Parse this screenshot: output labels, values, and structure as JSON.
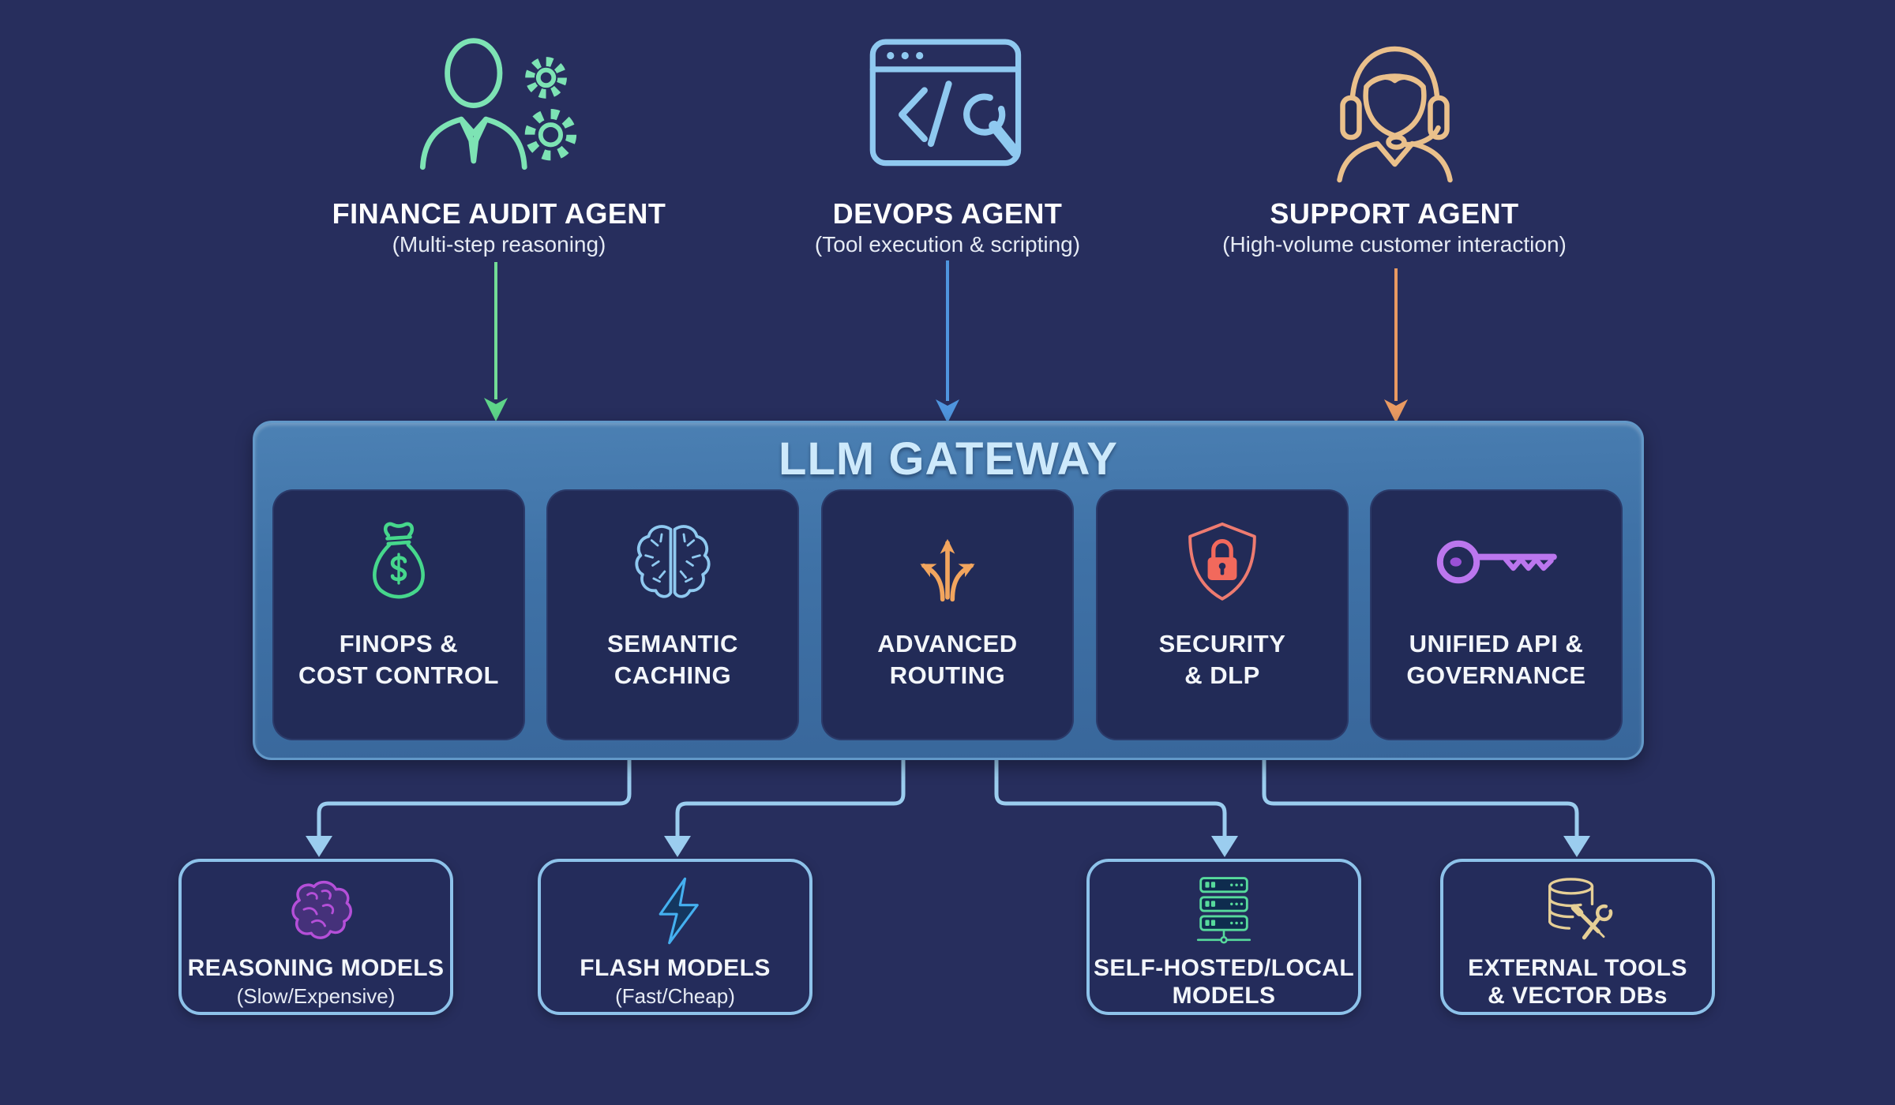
{
  "page": {
    "background": "#272e5d",
    "connector_color": "#9bcdef",
    "box_border_color": "#8dc2ea"
  },
  "agents": [
    {
      "title": "FINANCE AUDIT AGENT",
      "subtitle": "(Multi-step reasoning)",
      "icon": "person-gears-icon",
      "accent": "#7de3b4",
      "arrow_color": "#72dd96"
    },
    {
      "title": "DEVOPS AGENT",
      "subtitle": "(Tool execution & scripting)",
      "icon": "code-window-wrench-icon",
      "accent": "#8fc9f0",
      "arrow_color": "#4f95de"
    },
    {
      "title": "SUPPORT AGENT",
      "subtitle": "(High-volume customer interaction)",
      "icon": "headset-person-icon",
      "accent": "#eac08b",
      "arrow_color": "#e99a62"
    }
  ],
  "gateway": {
    "title": "LLM GATEWAY",
    "fill": "#3f72a7",
    "cards": [
      {
        "line1": "FINOPS &",
        "line2": "COST CONTROL",
        "icon": "money-bag-icon",
        "accent": "#46d78c"
      },
      {
        "line1": "SEMANTIC",
        "line2": "CACHING",
        "icon": "brain-icon",
        "accent": "#8fc9f0"
      },
      {
        "line1": "ADVANCED",
        "line2": "ROUTING",
        "icon": "branching-arrows-icon",
        "accent": "#f2a55e"
      },
      {
        "line1": "SECURITY",
        "line2": "& DLP",
        "icon": "shield-lock-icon",
        "accent": "#ee7b70"
      },
      {
        "line1": "UNIFIED API &",
        "line2": "GOVERNANCE",
        "icon": "key-icon",
        "accent": "#bb76ee"
      }
    ]
  },
  "targets": [
    {
      "line1": "REASONING MODELS",
      "line2": "",
      "subtitle": "(Slow/Expensive)",
      "icon": "brain-side-icon",
      "accent": "#b44fd8"
    },
    {
      "line1": "FLASH MODELS",
      "line2": "",
      "subtitle": "(Fast/Cheap)",
      "icon": "lightning-icon",
      "accent": "#45b0f0"
    },
    {
      "line1": "SELF-HOSTED/LOCAL",
      "line2": "MODELS",
      "subtitle": "",
      "icon": "server-stack-icon",
      "accent": "#57da9c"
    },
    {
      "line1": "EXTERNAL TOOLS",
      "line2": "& VECTOR DBs",
      "subtitle": "",
      "icon": "database-tools-icon",
      "accent": "#e6cf96"
    }
  ]
}
